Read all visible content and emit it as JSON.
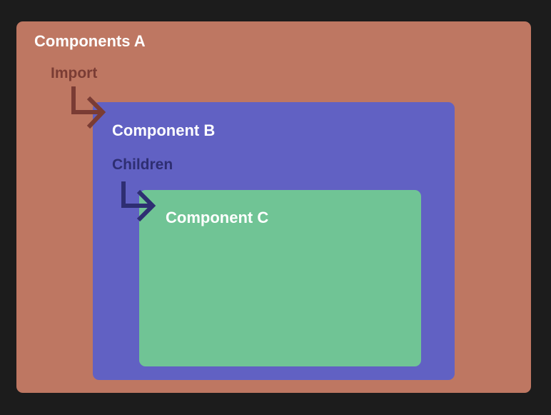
{
  "diagram": {
    "component_a": {
      "title": "Components A",
      "color": "#be7762"
    },
    "component_b": {
      "title": "Component B",
      "color": "#6161c3"
    },
    "component_c": {
      "title": "Component C",
      "color": "#70c495"
    },
    "relations": {
      "import_label": "Import",
      "import_color": "#7a3c34",
      "import_arrow_icon": "corner-down-right-arrow-icon",
      "children_label": "Children",
      "children_color": "#2e2e72",
      "children_arrow_icon": "corner-down-right-arrow-icon"
    }
  }
}
